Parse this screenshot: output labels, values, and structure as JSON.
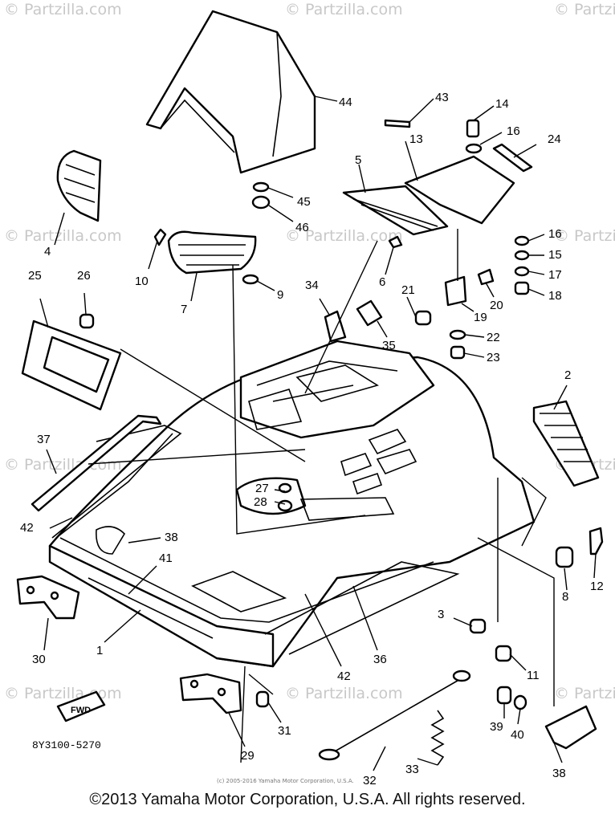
{
  "watermark": "© Partzilla.com",
  "diagram_code": "8Y3100-5270",
  "inner_copyright": "(c) 2005-2016 Yamaha Motor Corporation, U.S.A.",
  "footer": "©2013 Yamaha Motor Corporation, U.S.A. All rights reserved.",
  "fwd_label": "FWD",
  "callouts": [
    "44",
    "43",
    "14",
    "16",
    "24",
    "13",
    "5",
    "45",
    "46",
    "4",
    "16",
    "15",
    "17",
    "18",
    "10",
    "7",
    "9",
    "6",
    "21",
    "20",
    "19",
    "22",
    "23",
    "34",
    "35",
    "25",
    "26",
    "2",
    "37",
    "27",
    "28",
    "38",
    "42",
    "41",
    "8",
    "12",
    "3",
    "11",
    "30",
    "1",
    "36",
    "42",
    "29",
    "31",
    "39",
    "40",
    "33",
    "32",
    "38"
  ]
}
